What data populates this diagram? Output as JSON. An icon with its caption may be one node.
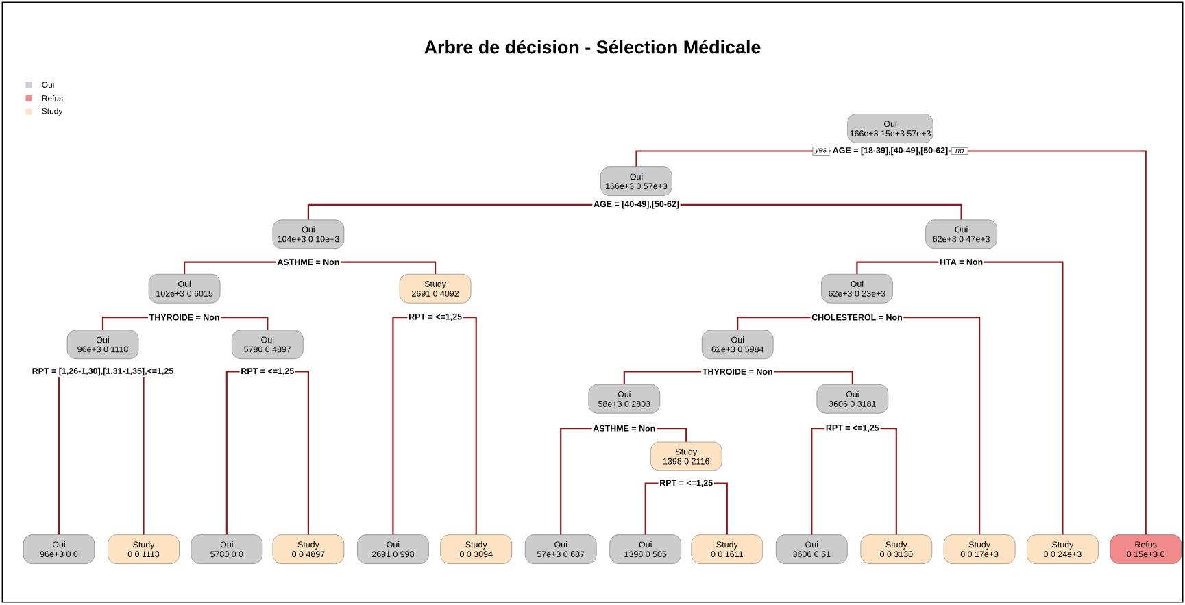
{
  "diagram": {
    "title": "Arbre de décision - Sélection Médicale",
    "nodes": [
      {
        "text": [
          "Oui",
          "166e+3 15e+3 57e+3"
        ],
        "beside": [
          "AGE = [18-39],[40-49],[50-62]"
        ]
      },
      {
        "text": [
          "Oui",
          "166e+3 0 57e+3"
        ],
        "beside": [
          "AGE = [40-49],[50-62]"
        ]
      },
      {
        "text": [
          "Oui",
          "104e+3 0 10e+3"
        ],
        "beside": [
          "ASTHME = Non"
        ]
      },
      {
        "text": [
          "Oui",
          "102e+3 0 6015"
        ],
        "beside": [
          "THYROIDE = Non"
        ]
      },
      {
        "text": [
          "Oui",
          "96e+3 0 1118"
        ],
        "beside": [
          "RPT = [1,26-1,30],[1,31-1,35],<=1,25"
        ]
      },
      {
        "text": [
          "Oui",
          "96e+3 0 0"
        ]
      },
      {
        "text": [
          "Study",
          "0 0 1118"
        ]
      },
      {
        "text": [
          "Oui",
          "5780 0 4897"
        ],
        "beside": [
          "RPT = <=1,25"
        ]
      },
      {
        "text": [
          "Oui",
          "5780 0 0"
        ]
      },
      {
        "text": [
          "Study",
          "0 0 4897"
        ]
      },
      {
        "text": [
          "Study",
          "2691 0 4092"
        ],
        "beside": [
          "RPT = <=1,25"
        ]
      },
      {
        "text": [
          "Oui",
          "2691 0 998"
        ]
      },
      {
        "text": [
          "Study",
          "0 0 3094"
        ]
      },
      {
        "text": [
          "Oui",
          "62e+3 0 47e+3"
        ],
        "beside": [
          "HTA = Non"
        ]
      },
      {
        "text": [
          "Oui",
          "62e+3 0 23e+3"
        ],
        "beside": [
          "CHOLESTEROL = Non"
        ]
      },
      {
        "text": [
          "Oui",
          "62e+3 0 5984"
        ],
        "beside": [
          "THYROIDE = Non"
        ]
      },
      {
        "text": [
          "Oui",
          "58e+3 0 2803"
        ],
        "beside": [
          "ASTHME = Non"
        ]
      },
      {
        "text": [
          "Oui",
          "57e+3 0 687"
        ]
      },
      {
        "text": [
          "Study",
          "1398 0 2116"
        ],
        "beside": [
          "RPT = <=1,25"
        ]
      },
      {
        "text": [
          "Oui",
          "1398 0 505"
        ]
      },
      {
        "text": [
          "Study",
          "0 0 1611"
        ]
      },
      {
        "text": [
          "Oui",
          "3606 0 3181"
        ],
        "beside": [
          "RPT = <=1,25"
        ]
      },
      {
        "text": [
          "Oui",
          "3606 0 51"
        ]
      },
      {
        "text": [
          "Study",
          "0 0 3130"
        ]
      },
      {
        "text": [
          "Study",
          "0 0 17e+3"
        ]
      },
      {
        "text": [
          "Study",
          "0 0 24e+3"
        ]
      },
      {
        "text": [
          "Refus",
          "0 15e+3 0"
        ]
      }
    ],
    "edges": [
      {
        "from": 0,
        "to": 1,
        "arrow": "none",
        "label": "yes"
      },
      {
        "from": 0,
        "to": 26,
        "arrow": "none",
        "label": "no"
      },
      {
        "from": 1,
        "to": 2,
        "arrow": "none"
      },
      {
        "from": 1,
        "to": 13,
        "arrow": "none"
      },
      {
        "from": 2,
        "to": 3,
        "arrow": "none"
      },
      {
        "from": 2,
        "to": 10,
        "arrow": "none"
      },
      {
        "from": 3,
        "to": 4,
        "arrow": "none"
      },
      {
        "from": 3,
        "to": 7,
        "arrow": "none"
      },
      {
        "from": 4,
        "to": 5,
        "arrow": "none"
      },
      {
        "from": 4,
        "to": 6,
        "arrow": "none"
      },
      {
        "from": 7,
        "to": 8,
        "arrow": "none"
      },
      {
        "from": 7,
        "to": 9,
        "arrow": "none"
      },
      {
        "from": 10,
        "to": 11,
        "arrow": "none"
      },
      {
        "from": 10,
        "to": 12,
        "arrow": "none"
      },
      {
        "from": 13,
        "to": 14,
        "arrow": "none"
      },
      {
        "from": 13,
        "to": 25,
        "arrow": "none"
      },
      {
        "from": 14,
        "to": 15,
        "arrow": "none"
      },
      {
        "from": 14,
        "to": 24,
        "arrow": "none"
      },
      {
        "from": 15,
        "to": 16,
        "arrow": "none"
      },
      {
        "from": 15,
        "to": 21,
        "arrow": "none"
      },
      {
        "from": 16,
        "to": 17,
        "arrow": "none"
      },
      {
        "from": 16,
        "to": 18,
        "arrow": "none"
      },
      {
        "from": 18,
        "to": 19,
        "arrow": "none"
      },
      {
        "from": 18,
        "to": 20,
        "arrow": "none"
      },
      {
        "from": 21,
        "to": 22,
        "arrow": "none"
      },
      {
        "from": 21,
        "to": 23,
        "arrow": "none"
      }
    ],
    "legend": [
      {
        "text": "Oui",
        "color": "#cccccc"
      },
      {
        "text": "Refus",
        "color": "#f28b8b"
      },
      {
        "text": "Study",
        "color": "#fde3c3"
      }
    ]
  }
}
